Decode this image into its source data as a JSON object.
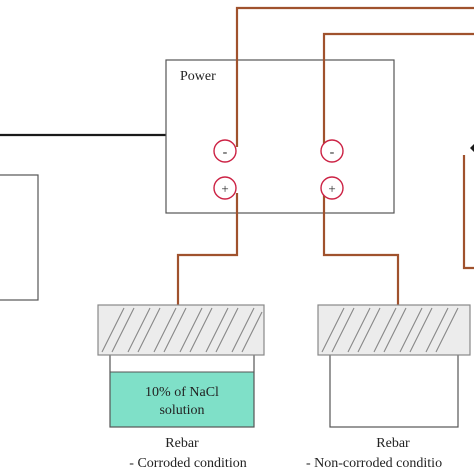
{
  "power_supply": {
    "label": "Power"
  },
  "terminals": {
    "negative": "-",
    "positive": "+"
  },
  "solution_label": {
    "line1": "10% of NaCl",
    "line2": "solution"
  },
  "rebar_corroded": {
    "title": "Rebar",
    "condition": "- Corroded condition"
  },
  "rebar_noncorroded": {
    "title": "Rebar",
    "condition": "- Non-corroded conditio"
  },
  "colors": {
    "wire_copper": "#a0522d",
    "wire_black": "#1a1a1a",
    "terminal_ring": "#cc2244",
    "solution_fill": "#7fe0c8",
    "rebar_stroke": "#888888",
    "rebar_fill": "#ececec",
    "box_stroke": "#555555"
  }
}
